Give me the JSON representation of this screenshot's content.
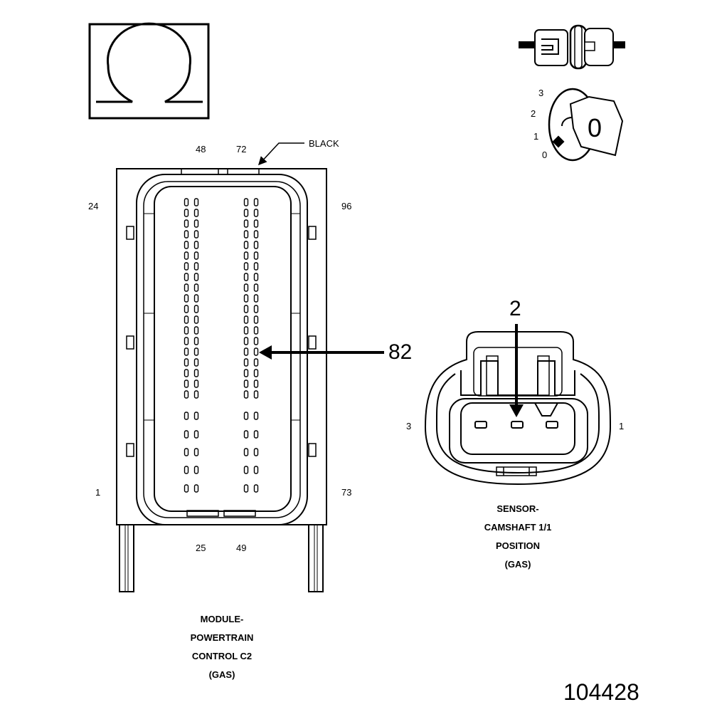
{
  "legend": {
    "symbol": "Ω"
  },
  "pcm_connector": {
    "color_label": "BLACK",
    "pin_labels": {
      "top_left": "48",
      "top_right": "72",
      "left_top": "24",
      "right_top": "96",
      "left_bottom": "1",
      "right_bottom": "73",
      "bottom_left": "25",
      "bottom_right": "49"
    },
    "highlight_pin": "82",
    "caption": [
      "MODULE-",
      "POWERTRAIN",
      "CONTROL C2",
      "(GAS)"
    ]
  },
  "cmp_sensor": {
    "highlight_pin": "2",
    "pin_left": "3",
    "pin_right": "1",
    "caption": [
      "SENSOR-",
      "CAMSHAFT 1/1",
      "POSITION",
      "(GAS)"
    ]
  },
  "ignition_switch": {
    "positions": [
      "3",
      "2",
      "1",
      "0"
    ],
    "key_label": "0"
  },
  "figure_number": "104428"
}
